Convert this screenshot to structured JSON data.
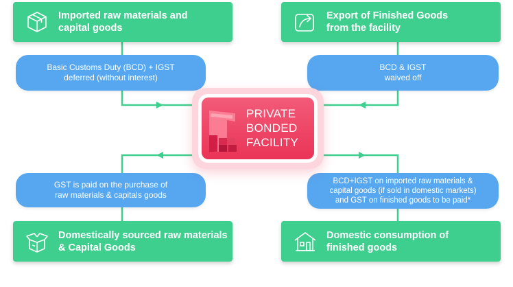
{
  "top_left": {
    "icon": "box-icon",
    "label_lines": [
      "Imported raw materials and",
      "capital goods"
    ],
    "note_lines": [
      "Basic Customs Duty (BCD) + IGST",
      "deferred (without interest)"
    ]
  },
  "top_right": {
    "icon": "export-arrow-icon",
    "label_lines": [
      "Export of Finished Goods",
      "from the facility"
    ],
    "note_lines": [
      "BCD & IGST",
      "waived off"
    ]
  },
  "bottom_left": {
    "icon": "open-box-icon",
    "label_lines": [
      "Domestically sourced raw materials",
      "& Capital Goods"
    ],
    "note_lines": [
      "GST is paid on the purchase of",
      "raw materials & capitals goods"
    ]
  },
  "bottom_right": {
    "icon": "house-icon",
    "label_lines": [
      "Domestic consumption of",
      "finished goods"
    ],
    "note_lines": [
      "BCD+IGST on imported raw materials &",
      "capital goods (if sold in domestic markets)",
      "and GST on finished goods to be paid*"
    ]
  },
  "center": {
    "icon": "facility-logo-icon",
    "title_lines": [
      "PRIVATE",
      "BONDED",
      "FACILITY"
    ]
  },
  "colors": {
    "green": "#3ecf8e",
    "blue": "#56a7f0",
    "red": "#ea3457",
    "connector": "#3ecf8e"
  }
}
